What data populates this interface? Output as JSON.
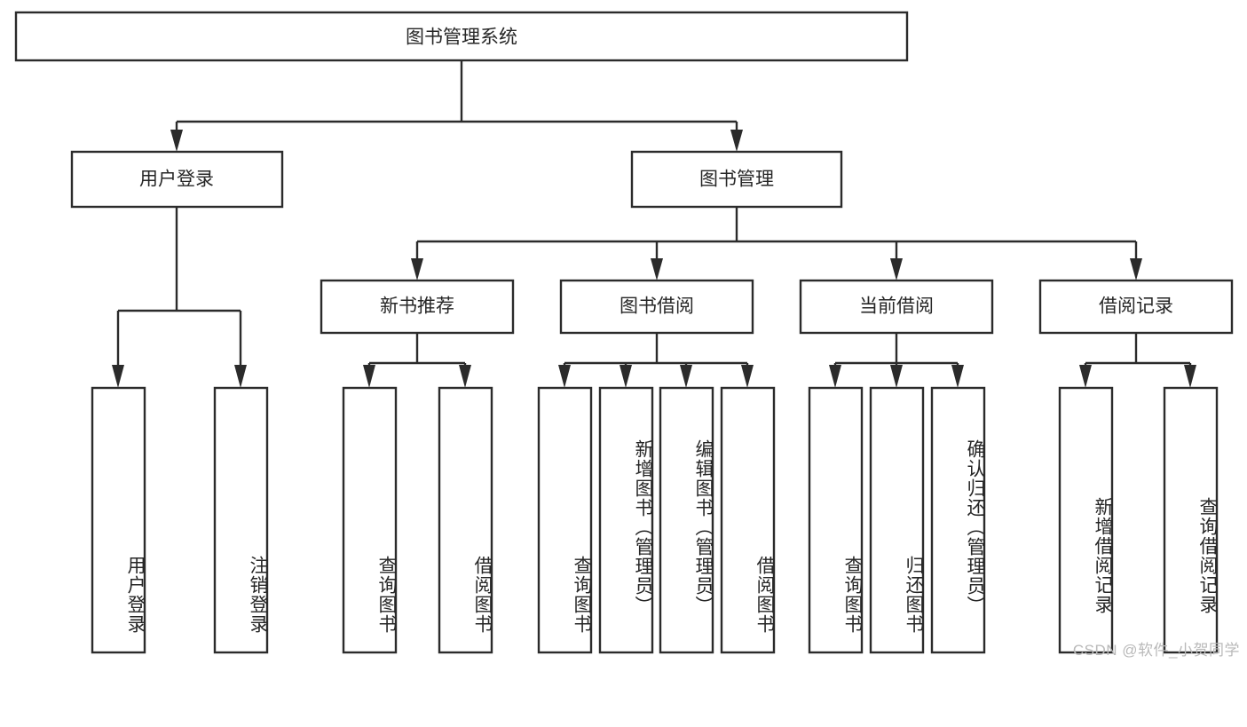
{
  "diagram": {
    "title": "图书管理系统",
    "type": "tree",
    "watermark": "CSDN @软件_小贺同学",
    "colors": {
      "stroke": "#2b2b2b",
      "fill": "#ffffff",
      "text": "#262626",
      "watermark": "#b9b9b9"
    },
    "root": {
      "label": "图书管理系统"
    },
    "level2": [
      {
        "label": "用户登录"
      },
      {
        "label": "图书管理"
      }
    ],
    "level3": [
      {
        "label": "新书推荐"
      },
      {
        "label": "图书借阅"
      },
      {
        "label": "当前借阅"
      },
      {
        "label": "借阅记录"
      }
    ],
    "leaves": {
      "user_login": [
        {
          "label": "用户登录"
        },
        {
          "label": "注销登录"
        }
      ],
      "new_book_recommend": [
        {
          "label": "查询图书"
        },
        {
          "label": "借阅图书"
        }
      ],
      "book_borrow": [
        {
          "label": "查询图书"
        },
        {
          "label": "新增图书（管理员）"
        },
        {
          "label": "编辑图书（管理员）"
        },
        {
          "label": "借阅图书"
        }
      ],
      "current_borrow": [
        {
          "label": "查询图书"
        },
        {
          "label": "归还图书"
        },
        {
          "label": "确认归还（管理员）"
        }
      ],
      "borrow_record": [
        {
          "label": "新增借阅记录"
        },
        {
          "label": "查询借阅记录"
        }
      ]
    }
  }
}
